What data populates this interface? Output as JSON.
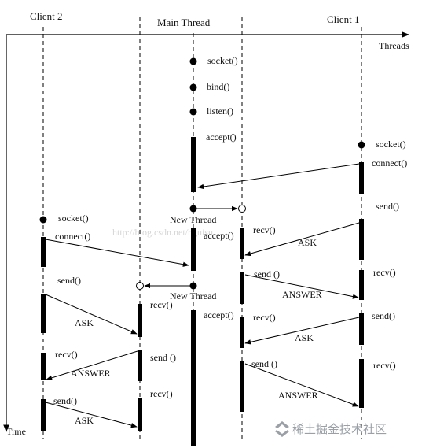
{
  "axes": {
    "threads_label": "Threads",
    "time_label": "Time"
  },
  "headers": {
    "client2": "Client 2",
    "main": "Main Thread",
    "client1": "Client 1"
  },
  "labels": {
    "main_socket": "socket()",
    "main_bind": "bind()",
    "main_listen": "listen()",
    "main_accept1": "accept()",
    "new_thread_1": "New Thread",
    "main_accept2": "accept()",
    "new_thread_2": "New Thread",
    "c1_socket": "socket()",
    "c1_connect": "connect()",
    "c1_send1": "send()",
    "c1_recv1": "recv()",
    "c1_send2": "send()",
    "c1_recv2": "recv()",
    "c2_socket": "socket()",
    "c2_connect": "connect()",
    "c2_send1": "send()",
    "c2_recv": "recv()",
    "c2_send2": "send()",
    "t1_recv1": "recv()",
    "t1_accept": "accept()",
    "t1_send1": "send ()",
    "t1_recv2": "recv()",
    "t1_send2": "send ()",
    "t2_recv1": "recv()",
    "t2_send": "send ()",
    "t2_recv2": "recv()"
  },
  "messages": {
    "ask_1": "ASK",
    "answer_1": "ANSWER",
    "ask_2": "ASK",
    "answer_2": "ANSWER",
    "ask_3": "ASK",
    "answer_3": "ANSWER",
    "ask_4": "ASK"
  },
  "watermark": {
    "url": "http://blog.csdn.net/hguisu",
    "brand": "稀土掘金技术社区"
  }
}
